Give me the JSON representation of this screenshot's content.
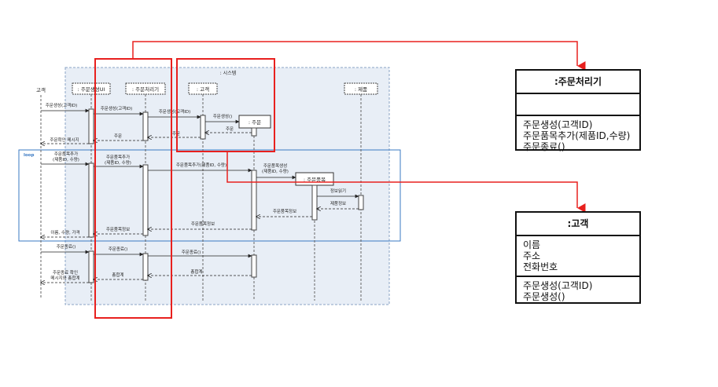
{
  "system_frame": {
    "label": ": 시스템"
  },
  "actor": {
    "label": "고객"
  },
  "lifelines": [
    {
      "id": "ui",
      "label": ": 주문생성UI"
    },
    {
      "id": "proc",
      "label": ": 주문처리기"
    },
    {
      "id": "cust",
      "label": ": 고객"
    },
    {
      "id": "order",
      "label": ": 주문"
    },
    {
      "id": "item",
      "label": ": 주문품목"
    },
    {
      "id": "prod",
      "label": ": 제품"
    }
  ],
  "loop_label": "loop",
  "messages": [
    {
      "text": "주문생성(고객ID)"
    },
    {
      "text": "주문생성(고객ID)"
    },
    {
      "text": "주문생성(고객ID)"
    },
    {
      "text": "주문생성()"
    },
    {
      "text": "주문"
    },
    {
      "text": "주문"
    },
    {
      "text": "주문"
    },
    {
      "text": "주문확인 메시지"
    },
    {
      "text": "주문품목추가 (제품ID, 수량)"
    },
    {
      "text": "주문품목추가 (제품ID, 수량)"
    },
    {
      "text": "주문품목추가(제품ID, 수량)"
    },
    {
      "text": "주문품목생성 (제품ID, 수량)"
    },
    {
      "text": "정보읽기"
    },
    {
      "text": "제품정보"
    },
    {
      "text": "주문품목정보"
    },
    {
      "text": "주문품목정보"
    },
    {
      "text": "주문품목정보"
    },
    {
      "text": "이름, 수량, 가격"
    },
    {
      "text": "주문종료()"
    },
    {
      "text": "주문종료()"
    },
    {
      "text": "주문종료()"
    },
    {
      "text": "총합계"
    },
    {
      "text": "총합계"
    },
    {
      "text": "주문종료 확인 메시지와 총합계"
    }
  ],
  "class_order_processor": {
    "title": ":주문처리기",
    "attributes": [],
    "operations": [
      "주문생성(고객ID)",
      "주문품목추가(제품ID,수량)",
      "주문종료()"
    ]
  },
  "class_customer": {
    "title": ":고객",
    "attributes": [
      "이름",
      "주소",
      "전화번호"
    ],
    "operations": [
      "주문생성(고객ID)",
      "주문생성()"
    ]
  },
  "colors": {
    "highlight": "#e8201e",
    "frame_fill": "#e8eef6",
    "frame_border": "#8aa3c4",
    "loop_border": "#3a79c3"
  }
}
